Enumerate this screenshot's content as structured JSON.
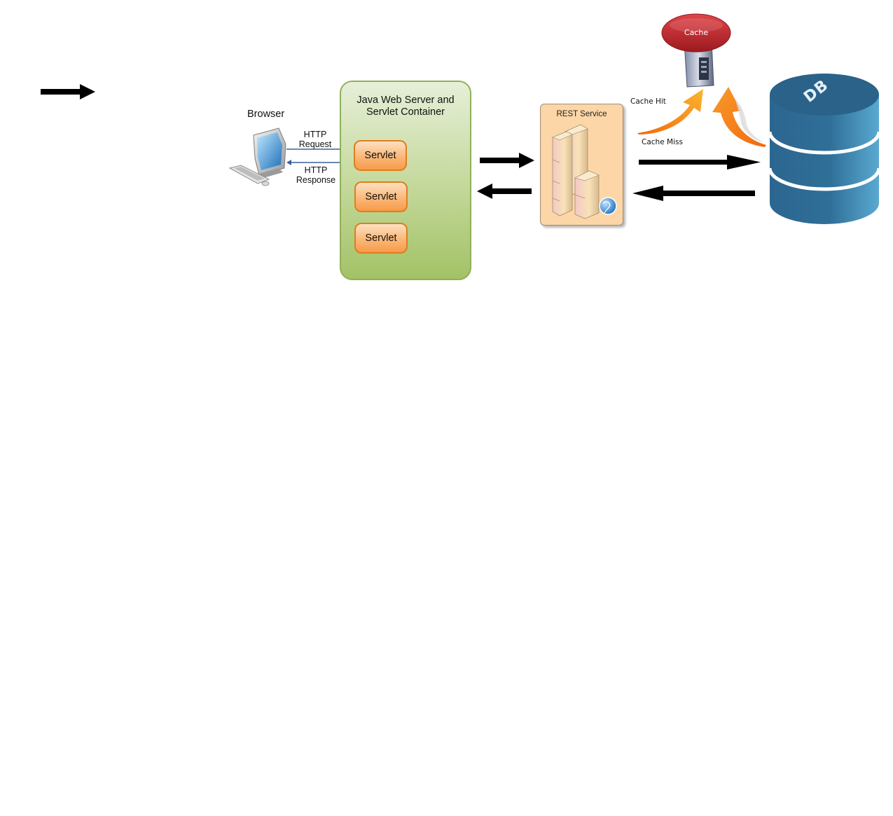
{
  "browser": {
    "label": "Browser"
  },
  "http": {
    "request_line1": "HTTP",
    "request_line2": "Request",
    "response_line1": "HTTP",
    "response_line2": "Response"
  },
  "web_server": {
    "title_line1": "Java Web Server and",
    "title_line2": "Servlet Container",
    "servlets": [
      "Servlet",
      "Servlet",
      "Servlet"
    ]
  },
  "rest": {
    "title": "REST Service"
  },
  "cache": {
    "label": "Cache",
    "hit_label": "Cache Hit",
    "miss_label": "Cache Miss"
  },
  "database": {
    "label": "DB"
  },
  "icons": [
    "legend-arrow-icon",
    "computer-icon",
    "server-rack-icon",
    "globe-icon",
    "cache-server-icon",
    "database-icon"
  ],
  "colors": {
    "container_green": "#a3c266",
    "servlet_orange": "#f79b4a",
    "rest_fill": "#fdd6a7",
    "cache_red": "#c0272d",
    "db_blue": "#2f6e95",
    "http_arrow_blue": "#3b5f9e",
    "flow_arrow_orange": "#f47b12"
  }
}
